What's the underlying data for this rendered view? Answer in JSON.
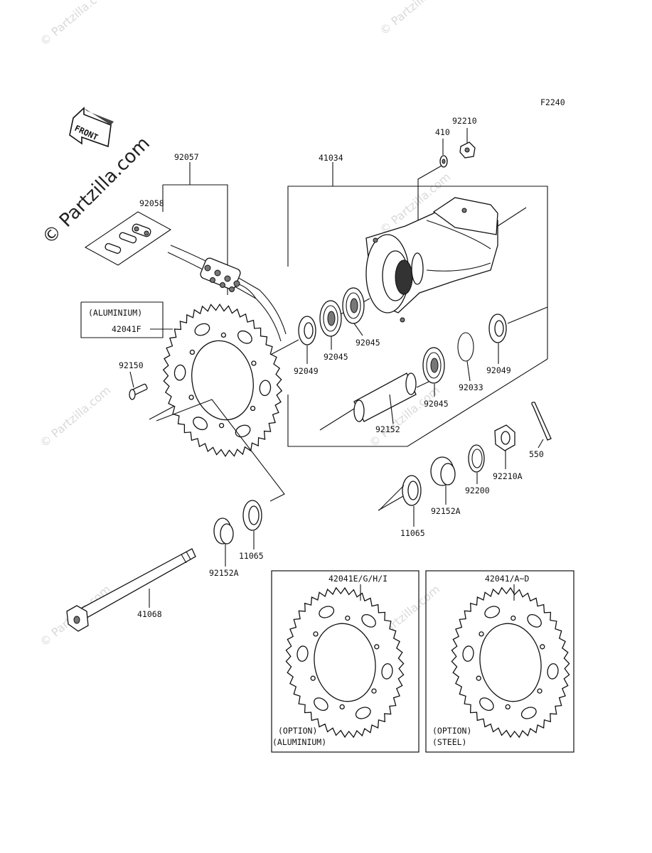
{
  "figure_code": "F2240",
  "front_arrow_text": "FRONT",
  "watermarks": {
    "main": "© Partzilla.com",
    "small": "© Partzilla.com"
  },
  "callouts": {
    "p92057": "92057",
    "p92058": "92058",
    "p41034": "41034",
    "p92210": "92210",
    "p410": "410",
    "aluminium_note": "(ALUMINIUM)",
    "p42041F": "42041F",
    "p92150": "92150",
    "p92049_left": "92049",
    "p92045_a": "92045",
    "p92045_b": "92045",
    "p92045_c": "92045",
    "p92049_right": "92049",
    "p92033": "92033",
    "p92152": "92152",
    "p550": "550",
    "p92210A": "92210A",
    "p92200": "92200",
    "p92152A_right": "92152A",
    "p11065_right": "11065",
    "p11065_left": "11065",
    "p92152A_left": "92152A",
    "p41068": "41068"
  },
  "option_boxes": [
    {
      "part": "42041E/G/H/I",
      "line1": "(OPTION)",
      "line2": "(ALUMINIUM)"
    },
    {
      "part": "42041/A~D",
      "line1": "(OPTION)",
      "line2": "(STEEL)"
    }
  ]
}
